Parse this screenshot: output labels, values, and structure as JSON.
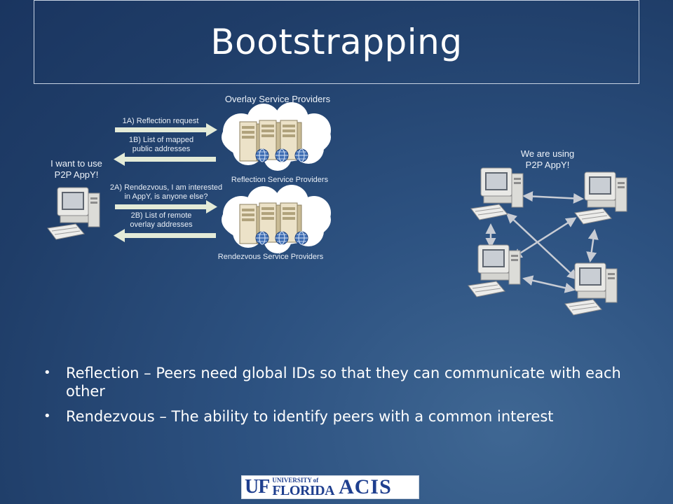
{
  "slide": {
    "title": "Bootstrapping"
  },
  "diagram_left": {
    "overlay_label": "Overlay Service Providers",
    "reflection_label": "Reflection Service Providers",
    "rendezvous_label": "Rendezvous Service Providers",
    "user_label_1": "I want to use",
    "user_label_2": "P2P AppY!",
    "arrow_1a": "1A) Reflection request",
    "arrow_1b_1": "1B) List of mapped",
    "arrow_1b_2": "public addresses",
    "arrow_2a_1": "2A) Rendezvous, I am interested",
    "arrow_2a_2": "in AppY, is anyone else?",
    "arrow_2b_1": "2B) List of remote",
    "arrow_2b_2": "overlay addresses"
  },
  "diagram_right": {
    "label_1": "We are using",
    "label_2": "P2P AppY!"
  },
  "bullets": [
    "Reflection – Peers need global IDs so that they can communicate with each other",
    "Rendezvous – The ability to identify peers with a common interest"
  ],
  "logo": {
    "uf": "UF",
    "university_of": "UNIVERSITY of",
    "florida": "FLORIDA",
    "acis": "ACIS"
  },
  "colors": {
    "arrow": "#e4ebd8",
    "cloud": "#ffffff",
    "server": "#e8dcc0",
    "globe": "#3f6fb5"
  }
}
